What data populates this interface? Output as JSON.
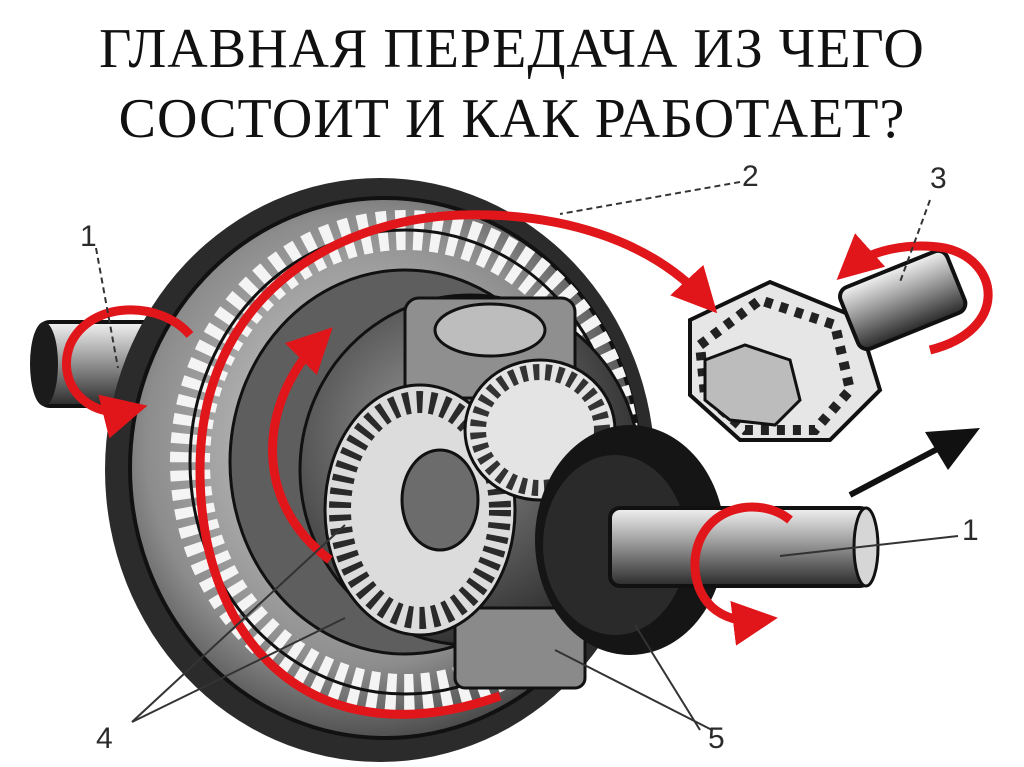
{
  "title": {
    "line1": "ГЛАВНАЯ ПЕРЕДАЧА ИЗ ЧЕГО",
    "line2": "СОСТОИТ И КАК РАБОТАЕТ?"
  },
  "callouts": {
    "c1_left": "1",
    "c2": "2",
    "c3": "3",
    "c1_right": "1",
    "c4": "4",
    "c5": "5"
  },
  "colors": {
    "arrow": "#e0161b",
    "metal_dark": "#1b1b1b",
    "metal_mid": "#6b6b6b",
    "metal_light": "#c9c9c9"
  }
}
